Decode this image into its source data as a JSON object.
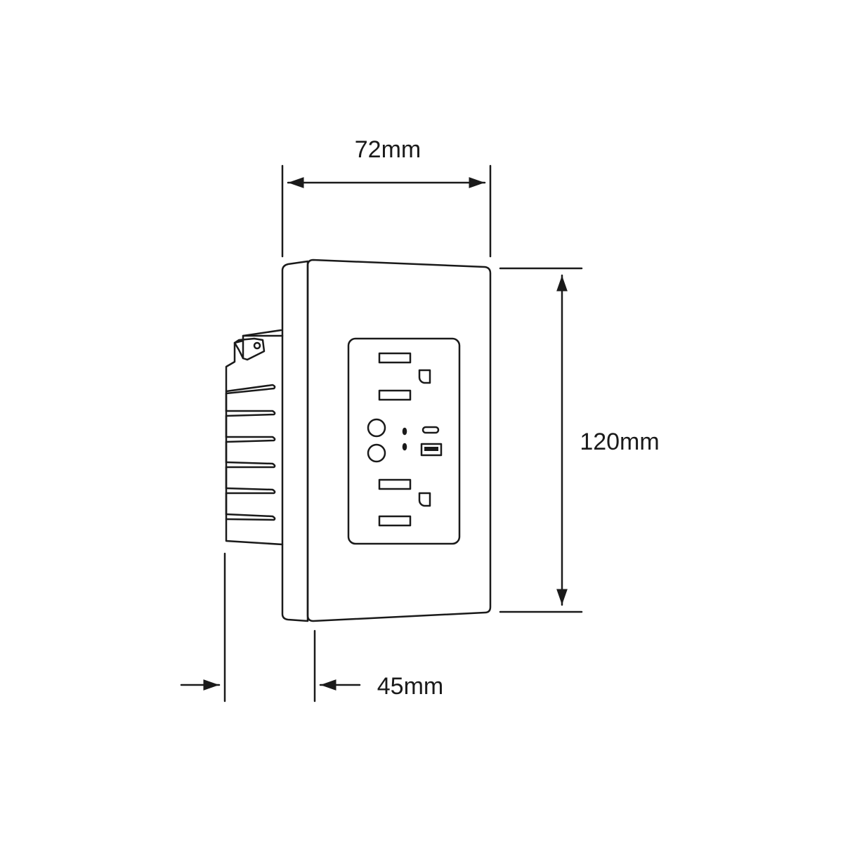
{
  "dimensions": {
    "width": "72mm",
    "height": "120mm",
    "depth": "45mm"
  },
  "colors": {
    "line": "#1a1a1a",
    "background": "#ffffff"
  }
}
